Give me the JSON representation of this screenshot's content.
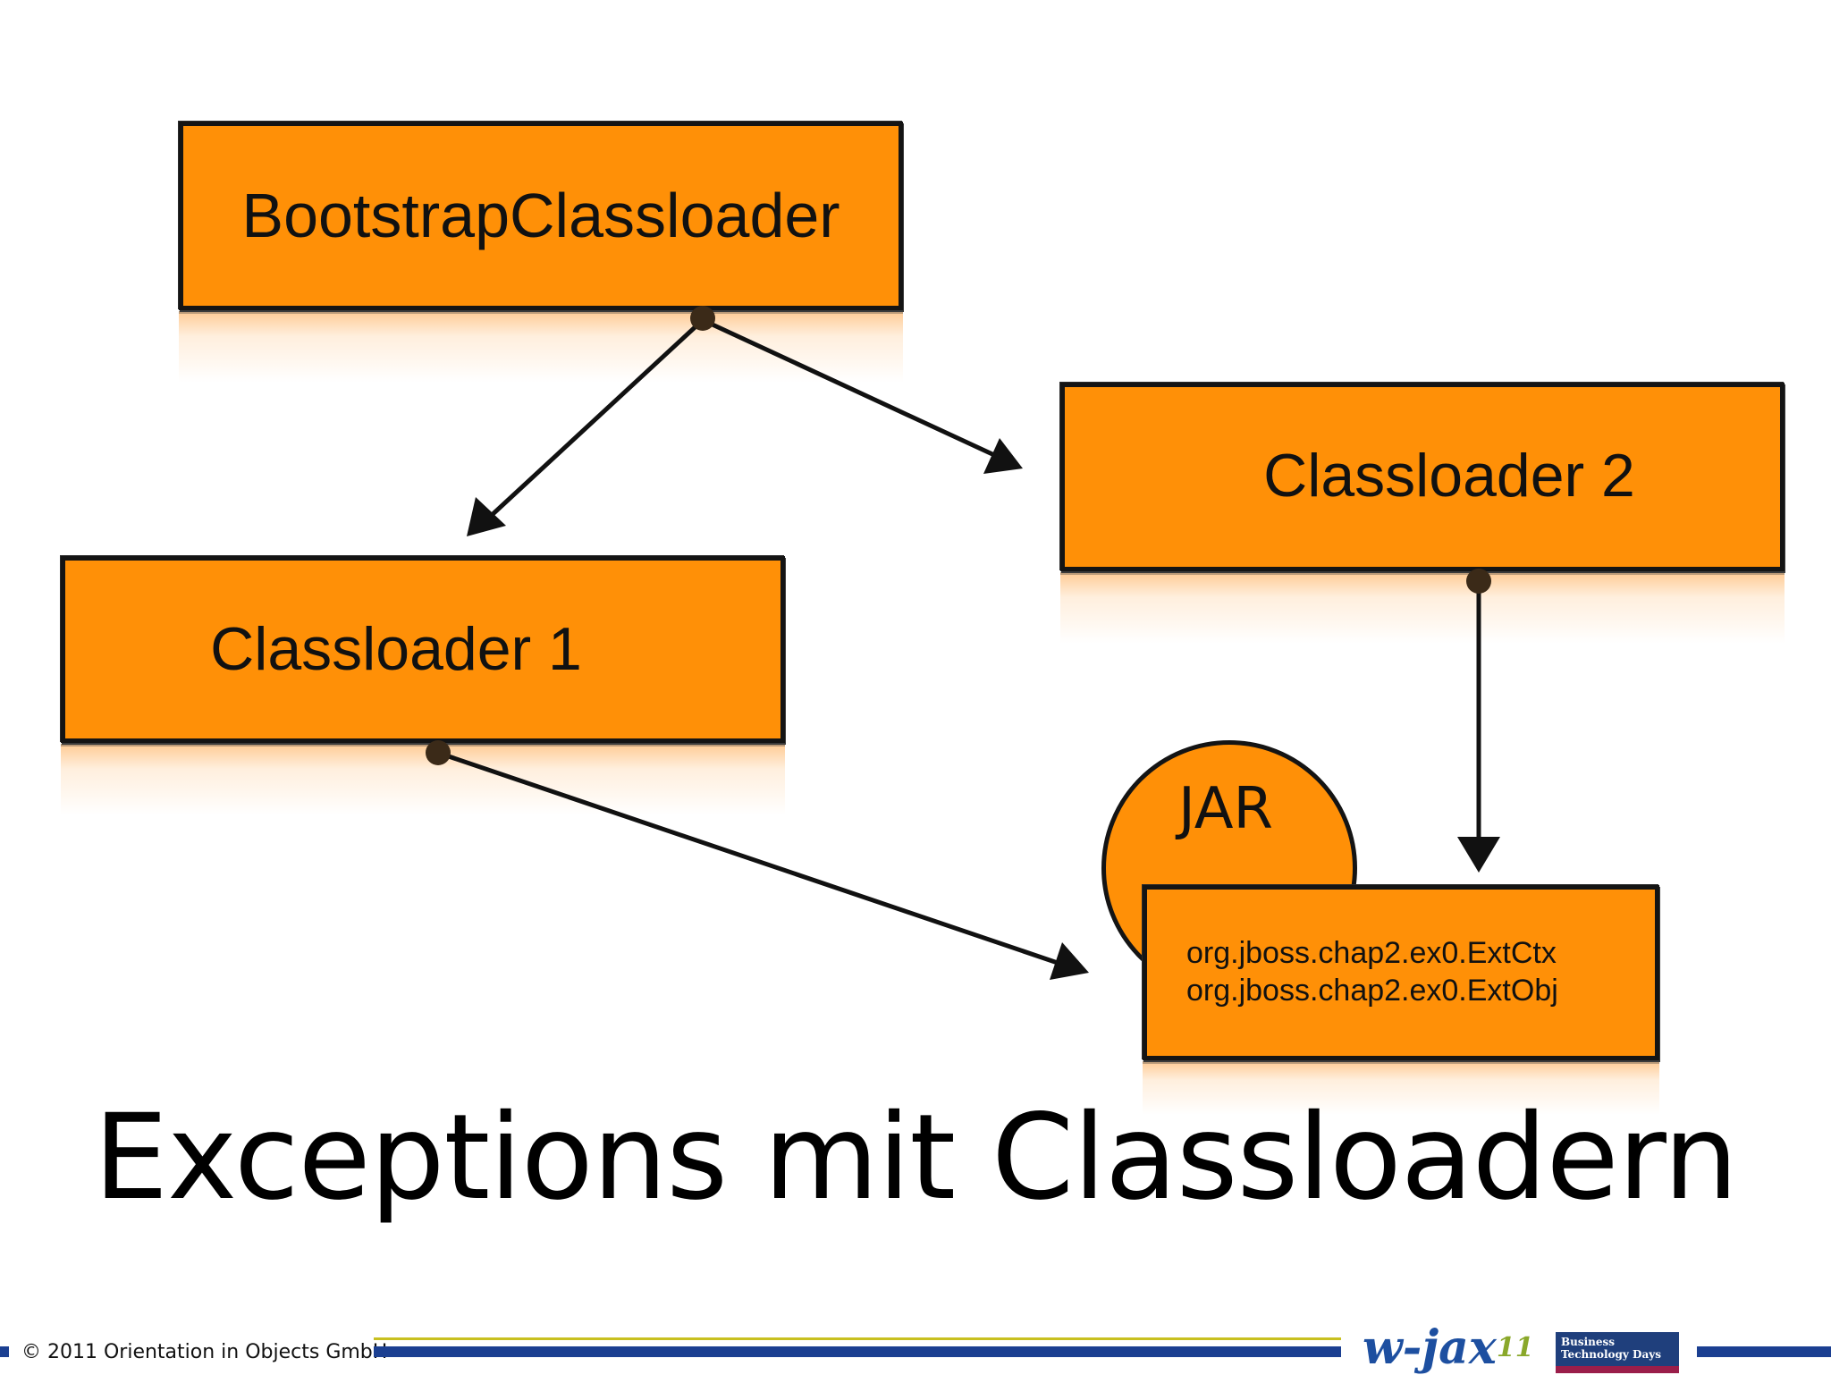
{
  "diagram": {
    "nodes": {
      "bootstrap": "BootstrapClassloader",
      "classloader2": "Classloader 2",
      "classloader1": "Classloader 1",
      "jar_badge": "JAR",
      "jar_classes": [
        "org.jboss.chap2.ex0.ExtCtx",
        "org.jboss.chap2.ex0.ExtObj"
      ]
    }
  },
  "slide": {
    "title": "Exceptions mit Classloadern"
  },
  "footer": {
    "copyright": "© 2011 Orientation in Objects GmbH",
    "wjax_text": "w-jax",
    "wjax_year": "11",
    "btd_line1": "Business",
    "btd_line2": "Technology Days"
  },
  "colors": {
    "box_fill": "#ff9007",
    "outline": "#141414",
    "footer_blue": "#1b3f91",
    "footer_olive": "#c8c020"
  }
}
